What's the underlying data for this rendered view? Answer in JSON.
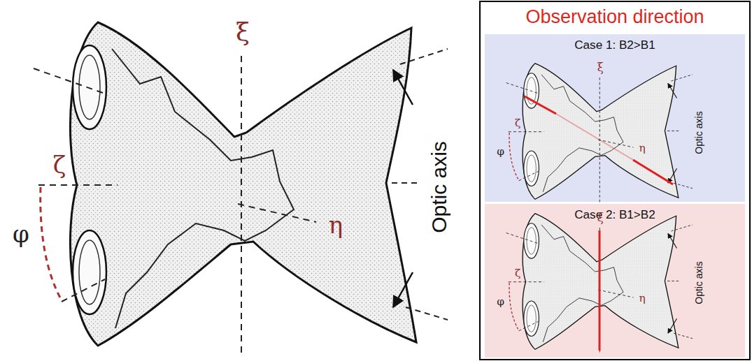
{
  "diagram": {
    "nodes": [
      {
        "text": [
          "Observation direction"
        ]
      },
      {
        "text": [
          "Case 1: B2>B1"
        ],
        "in": 0
      },
      {
        "text": [
          "Case 2: B1>B2"
        ],
        "in": 0
      }
    ],
    "labels": [
      "ξ",
      "ζ",
      "φ",
      "η",
      "Optic axis",
      "ξ",
      "ζ",
      "φ",
      "η",
      "Optic axis",
      "ξ",
      "ζ",
      "φ",
      "η",
      "Optic axis"
    ]
  }
}
